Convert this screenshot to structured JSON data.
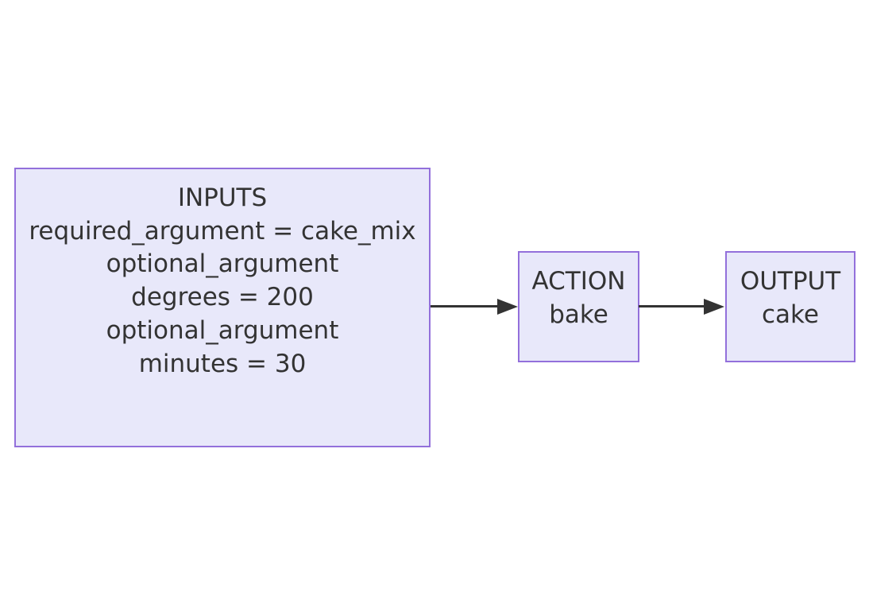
{
  "diagram": {
    "type": "flowchart",
    "direction": "left-to-right",
    "colors": {
      "background": "#FFFFFF",
      "node_fill": "#E8E8FA",
      "node_border": "#9370DB",
      "text": "#333333",
      "arrow": "#333333"
    },
    "nodes": {
      "inputs": {
        "role": "INPUTS",
        "lines": [
          "INPUTS",
          "required_argument = cake_mix",
          "optional_argument",
          "degrees = 200",
          "optional_argument",
          "minutes = 30"
        ]
      },
      "action": {
        "role": "ACTION",
        "lines": [
          "ACTION",
          "bake"
        ]
      },
      "output": {
        "role": "OUTPUT",
        "lines": [
          "OUTPUT",
          "cake"
        ]
      }
    },
    "edges": [
      {
        "from": "INPUTS",
        "to": "ACTION"
      },
      {
        "from": "ACTION",
        "to": "OUTPUT"
      }
    ]
  }
}
